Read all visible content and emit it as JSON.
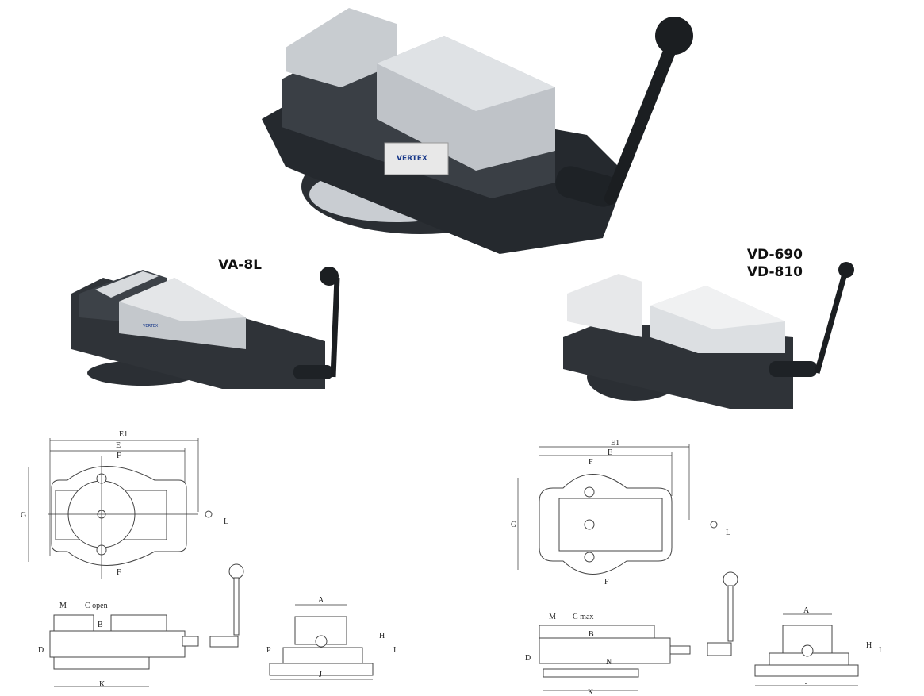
{
  "products": {
    "main": {
      "badge": "VERTEX"
    },
    "left": {
      "model": "VA-8L",
      "badge": "VERTEX"
    },
    "right": {
      "models": [
        "VD-690",
        "VD-810"
      ]
    }
  },
  "drawings": {
    "left": {
      "E1": "E1",
      "E": "E",
      "F": "F",
      "G": "G",
      "L": "L",
      "M": "M",
      "C": "C open",
      "B": "B",
      "D": "D",
      "K": "K",
      "A": "A",
      "H": "H",
      "I": "I",
      "P": "P",
      "J": "J"
    },
    "right": {
      "E1": "E1",
      "E": "E",
      "F": "F",
      "G": "G",
      "L": "L",
      "M": "M",
      "C": "C max",
      "B": "B",
      "D": "D",
      "K": "K",
      "N": "N",
      "A": "A",
      "H": "H",
      "I": "I",
      "J": "J"
    }
  }
}
